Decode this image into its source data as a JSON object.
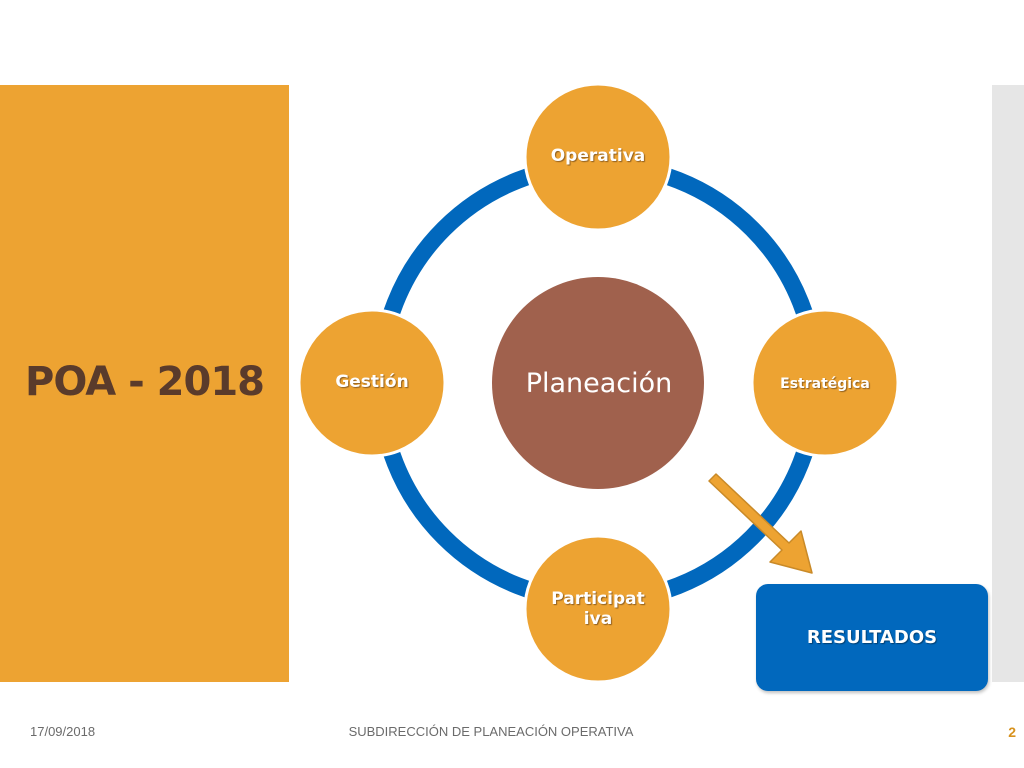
{
  "slide": {
    "title": "POA - 2018",
    "center_label": "Planeación",
    "nodes": {
      "top": "Operativa",
      "right": "Estratégica",
      "bottom": "Participat iva",
      "left": "Gestión"
    },
    "results_label": "RESULTADOS"
  },
  "footer": {
    "date": "17/09/2018",
    "center": "SUBDIRECCIÓN DE PLANEACIÓN OPERATIVA",
    "page": "2"
  },
  "colors": {
    "accent_orange": "#EDA332",
    "ring_blue": "#0168BD",
    "center_brown": "#A0614D",
    "title_brown": "#5A3B2B"
  }
}
